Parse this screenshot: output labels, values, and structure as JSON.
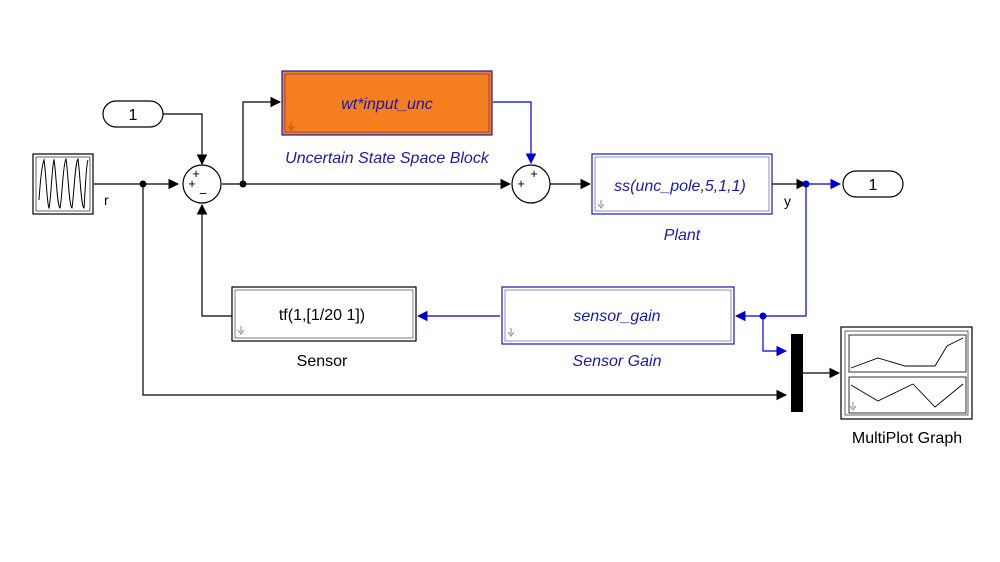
{
  "colors": {
    "background": "#ffffff",
    "line_black": "#000000",
    "line_blue": "#0000cc",
    "label_blue": "#1a1aaa",
    "uncertain_fill": "#f57e1e",
    "block_border_blue": "#1a1aaa"
  },
  "inport": {
    "number": "1"
  },
  "outport": {
    "number": "1"
  },
  "source": {
    "signal_label": "r"
  },
  "uncertain_block": {
    "expression": "wt*input_unc",
    "name": "Uncertain State Space Block"
  },
  "plant": {
    "expression": "ss(unc_pole,5,1,1)",
    "name": "Plant",
    "output_label": "y"
  },
  "sensor": {
    "expression": "tf(1,[1/20 1])",
    "name": "Sensor"
  },
  "sensor_gain": {
    "expression": "sensor_gain",
    "name": "Sensor Gain"
  },
  "scope": {
    "name": "MultiPlot Graph"
  },
  "sum1": {
    "signs": [
      "+",
      "+",
      "−"
    ]
  },
  "sum2": {
    "signs": [
      "+",
      "+"
    ]
  }
}
